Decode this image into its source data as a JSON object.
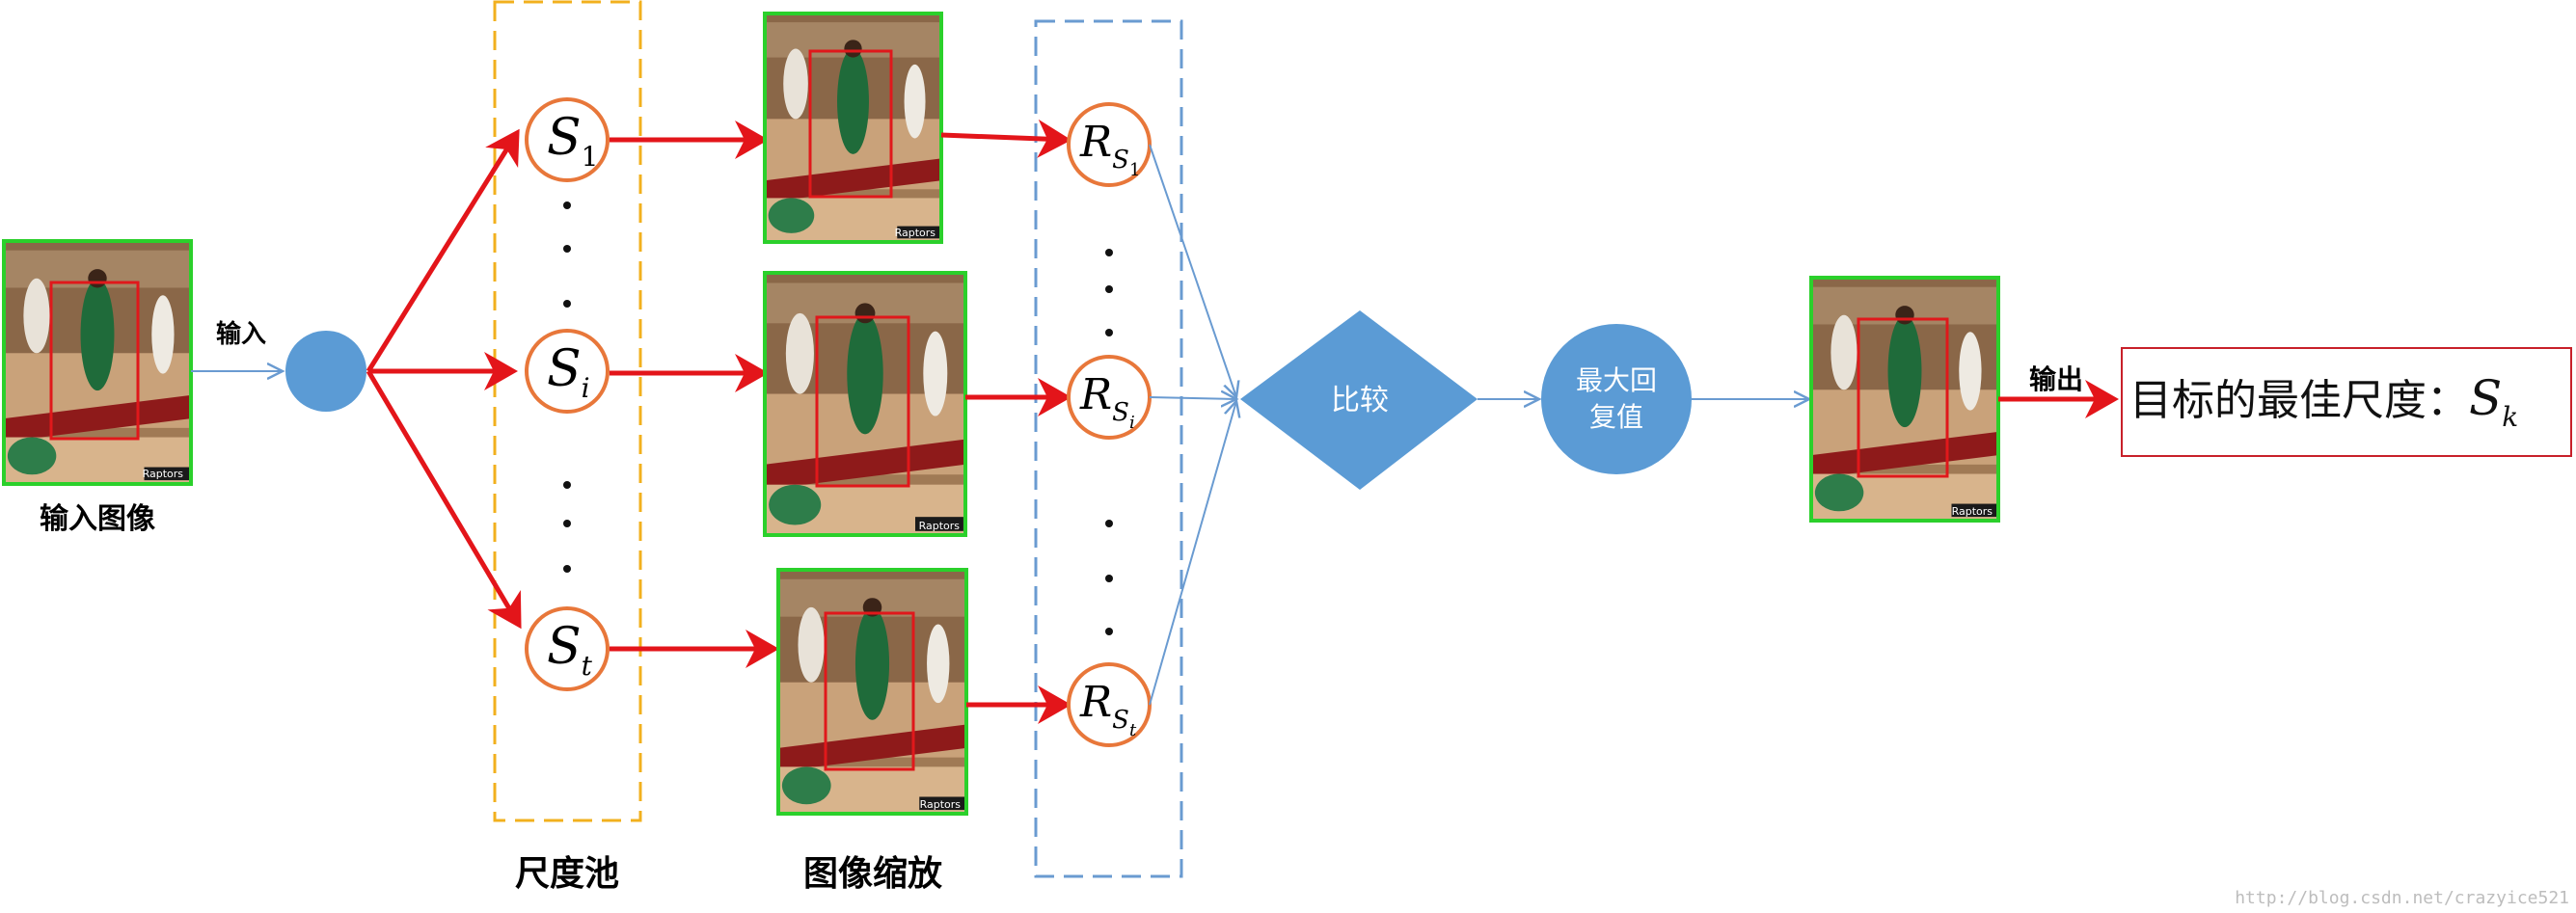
{
  "labels": {
    "input_image": "输入图像",
    "input_arrow": "输入",
    "scale_pool": "尺度池",
    "image_scaling": "图像缩放",
    "compare": "比较",
    "max_response_line1": "最大回",
    "max_response_line2": "复值",
    "output_arrow": "输出",
    "result_prefix": "目标的最佳尺度：",
    "watermark": "http://blog.csdn.net/crazyice521",
    "thumbnail_brand": "Raptors"
  },
  "scale_nodes": [
    {
      "letter": "S",
      "sub": "1"
    },
    {
      "letter": "S",
      "sub": "i"
    },
    {
      "letter": "S",
      "sub": "t"
    }
  ],
  "response_nodes": [
    {
      "letter": "R",
      "sub": "S",
      "subsub": "1"
    },
    {
      "letter": "R",
      "sub": "S",
      "subsub": "i"
    },
    {
      "letter": "R",
      "sub": "S",
      "subsub": "t"
    }
  ],
  "result_symbol": {
    "letter": "S",
    "sub": "k"
  },
  "colors": {
    "scale_pool_border": "#F2B01E",
    "response_pool_border": "#6A9BD1",
    "node_border": "#E8773A",
    "arrow_red": "#E3151A",
    "connector_blue": "#6A9BD1",
    "shape_fill_blue": "#5B9BD5",
    "thumbnail_border": "#2BD02B",
    "bbox_red": "#E0181B",
    "result_box_border": "#C8202A"
  }
}
